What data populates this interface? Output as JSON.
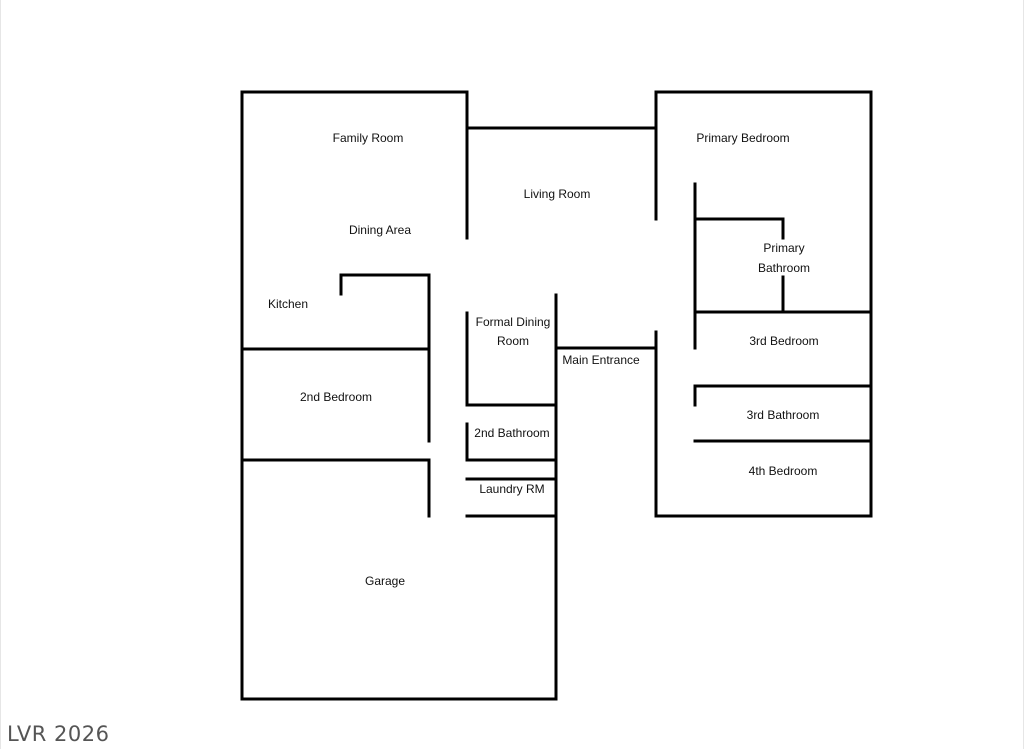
{
  "rooms": {
    "family_room": "Family Room",
    "living_room": "Living Room",
    "primary_bedroom": "Primary Bedroom",
    "dining_area": "Dining Area",
    "primary_bathroom_line1": "Primary",
    "primary_bathroom_line2": "Bathroom",
    "kitchen": "Kitchen",
    "formal_dining_line1": "Formal Dining",
    "formal_dining_line2": "Room",
    "third_bedroom": "3rd Bedroom",
    "main_entrance": "Main Entrance",
    "second_bedroom": "2nd Bedroom",
    "third_bathroom": "3rd Bathroom",
    "second_bathroom": "2nd Bathroom",
    "fourth_bedroom": "4th Bedroom",
    "laundry_rm": "Laundry RM",
    "garage": "Garage"
  },
  "watermark": "LVR 2026",
  "colors": {
    "wall": "#000000",
    "background": "#ffffff",
    "watermark": "#555555"
  }
}
